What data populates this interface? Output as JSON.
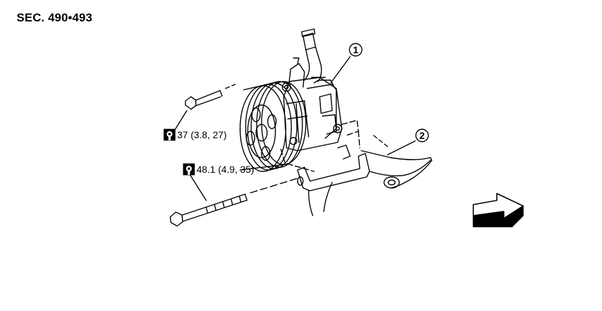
{
  "header": {
    "section": "SEC. 490•493"
  },
  "callouts": [
    {
      "number": "1"
    },
    {
      "number": "2"
    }
  ],
  "torques": [
    {
      "value": "37 (3.8, 27)",
      "icon": "torque-wrench-icon"
    },
    {
      "value": "48.1 (4.9, 35)",
      "icon": "torque-wrench-icon"
    }
  ],
  "icons": {
    "front": "front-arrow-icon"
  }
}
